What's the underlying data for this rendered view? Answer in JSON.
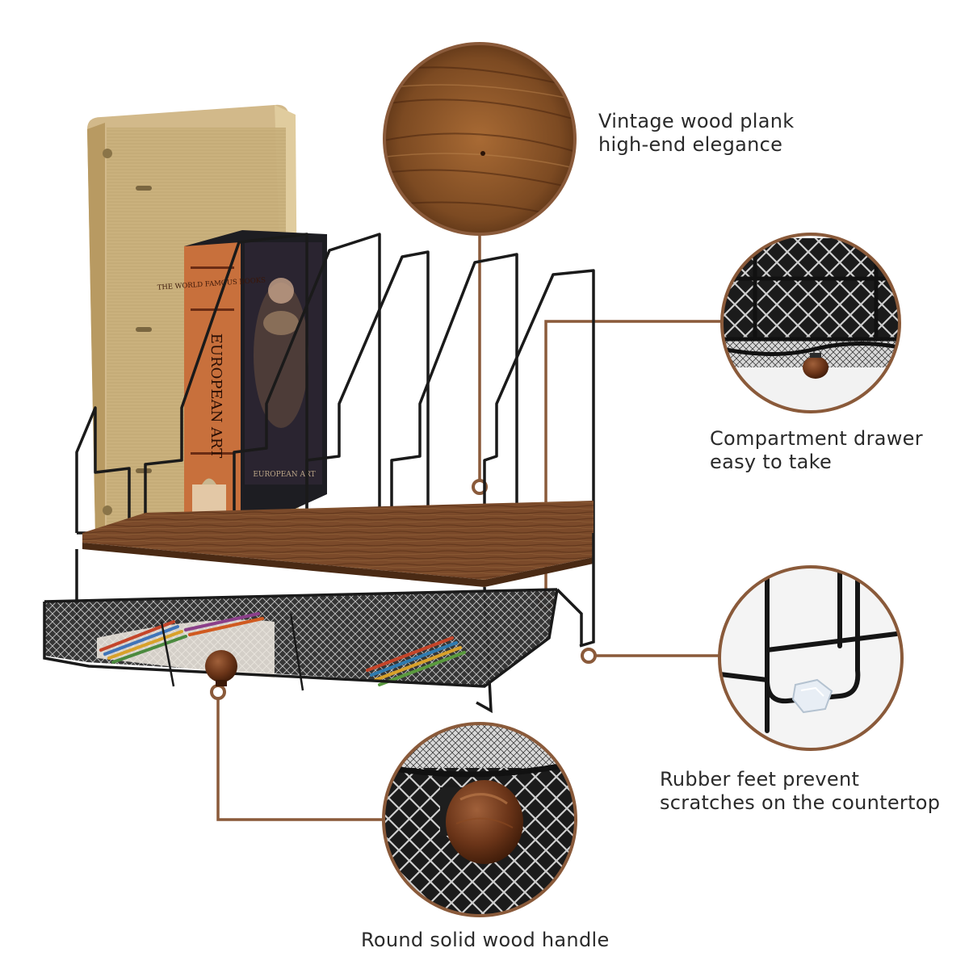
{
  "callouts": {
    "wood_plank": {
      "line1": "Vintage wood plank",
      "line2": "high-end elegance"
    },
    "drawer": {
      "line1": "Compartment drawer",
      "line2": "easy to take"
    },
    "rubber_feet": {
      "line1": "Rubber feet prevent",
      "line2": "scratches on the countertop"
    },
    "wood_handle": {
      "line1": "Round solid wood handle"
    }
  },
  "book": {
    "top_text": "THE WORLD FAMOUS BOOKS",
    "spine_title": "EUROPEAN ART",
    "cover_text": "EUROPEAN ART"
  },
  "colors": {
    "accent_brown": "#8a5a3a",
    "wire_black": "#1a1a1a",
    "wood_brown": "#6e4326",
    "binder_khaki": "#c8b07e",
    "caption_text": "#2a2a2a"
  }
}
